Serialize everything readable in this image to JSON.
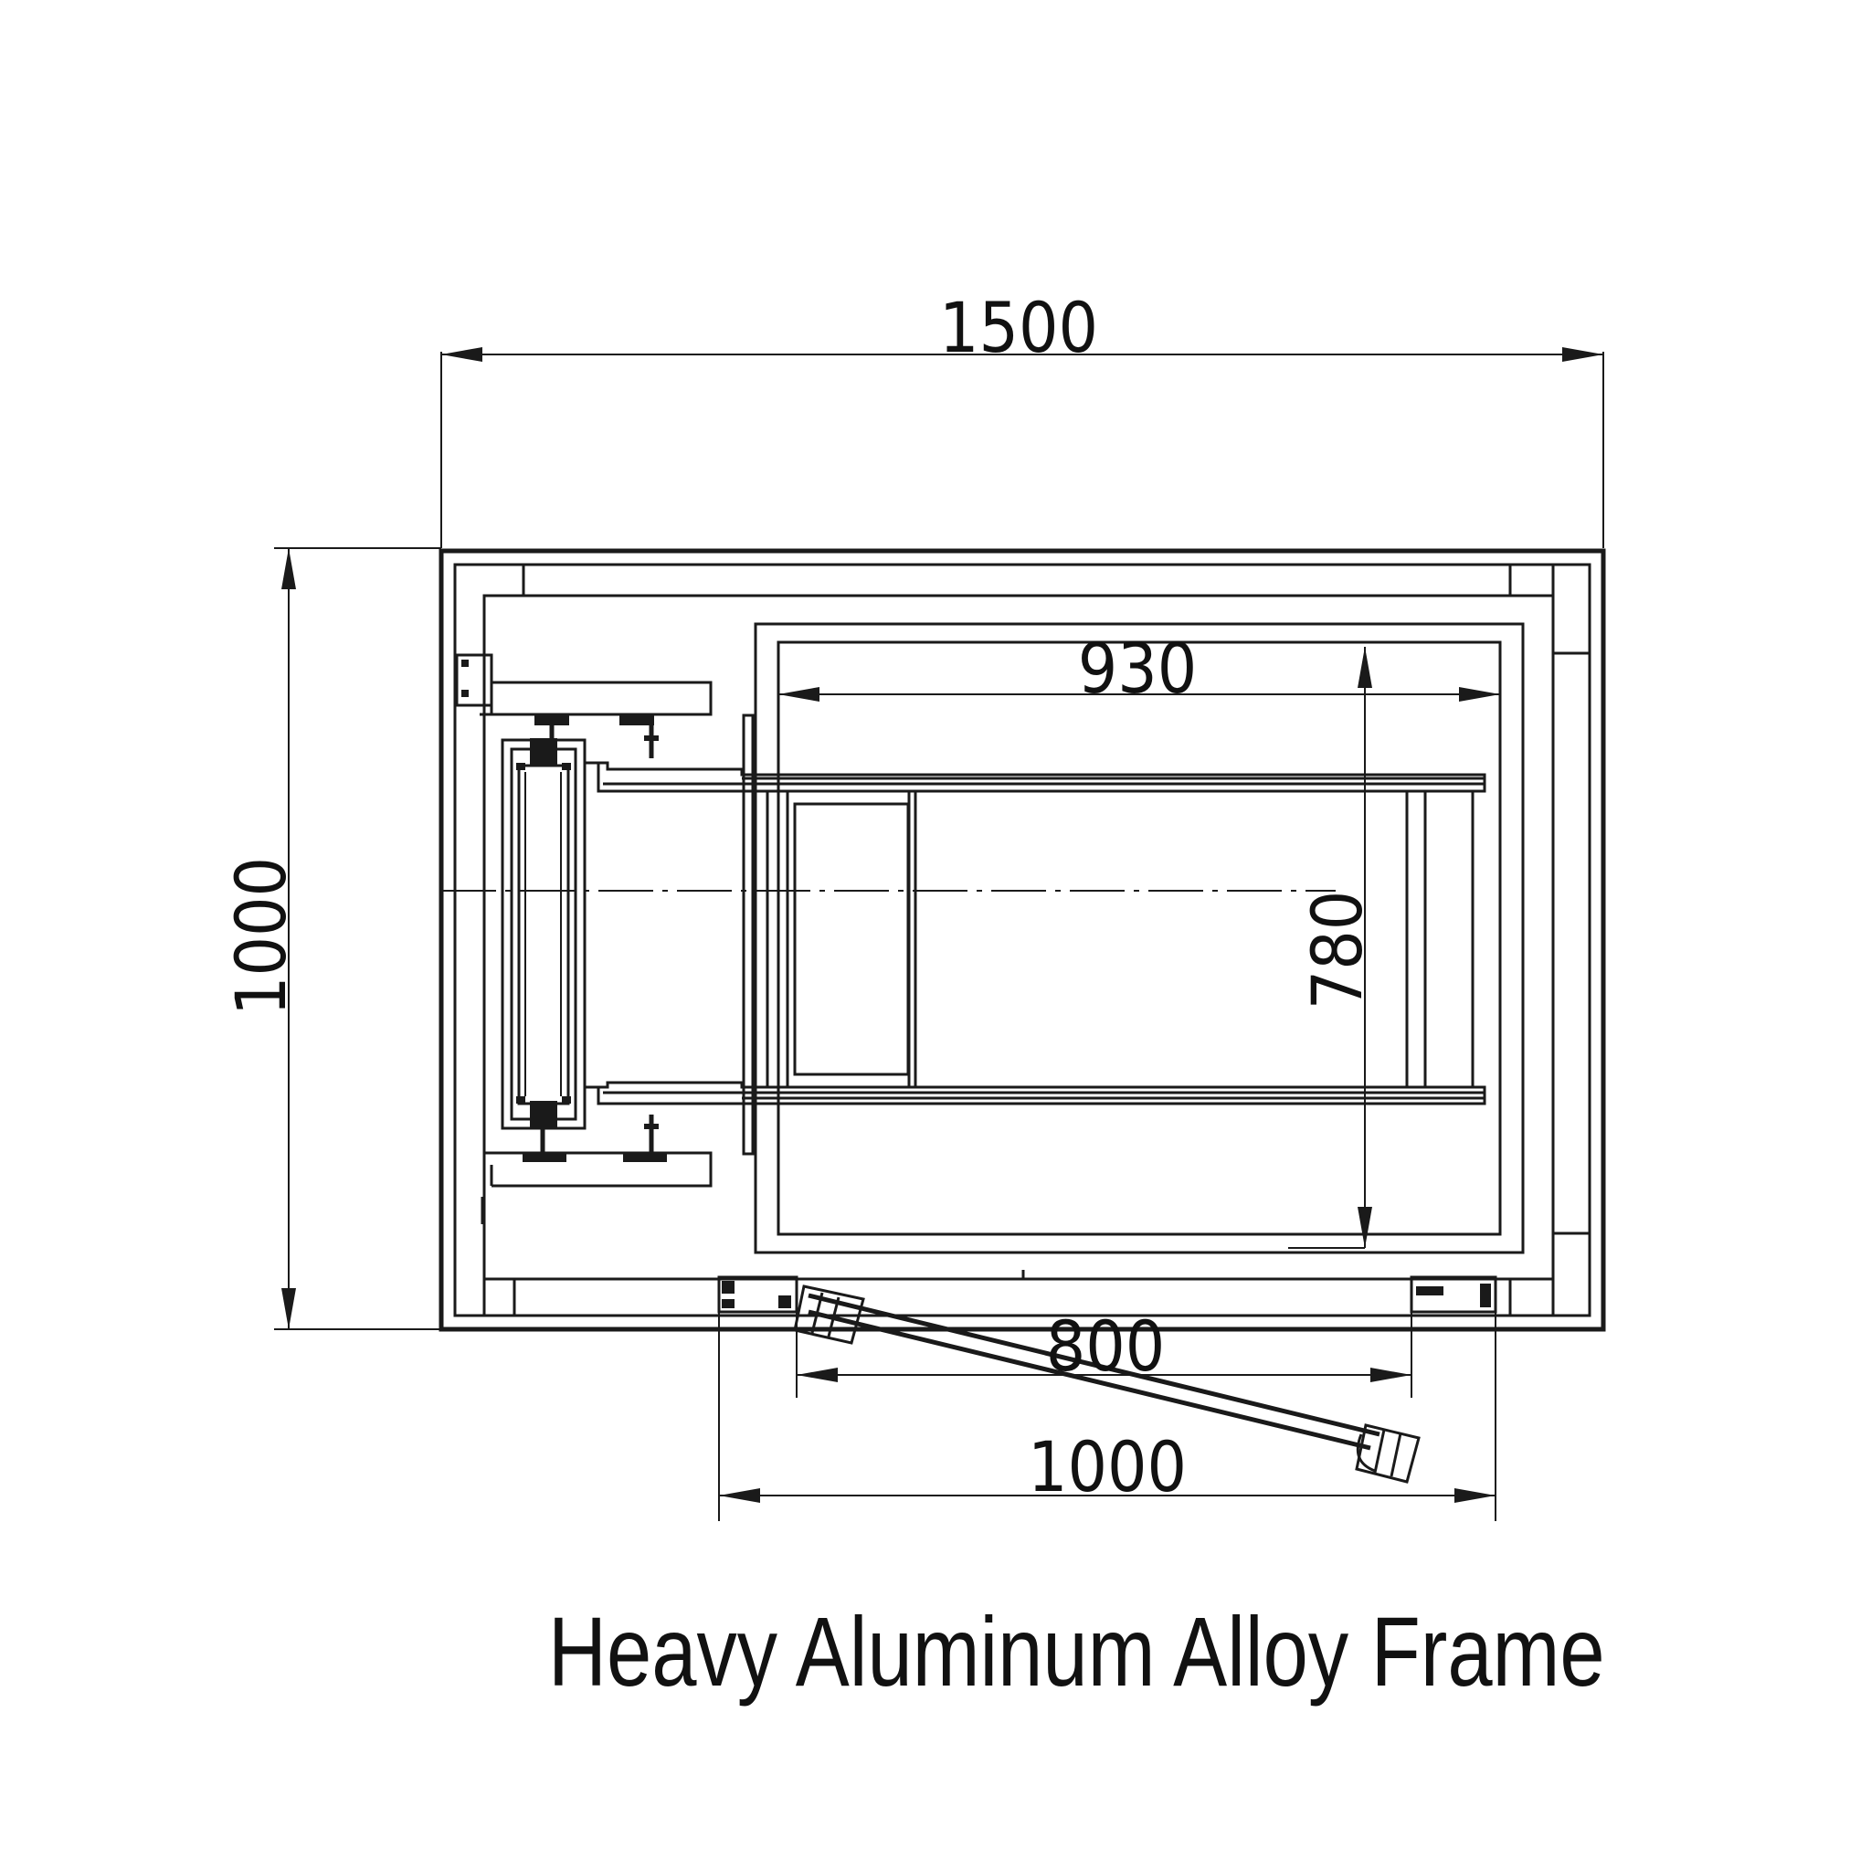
{
  "dimensions": {
    "overall_width": "1500",
    "overall_height": "1000",
    "platform_length": "930",
    "platform_width": "780",
    "door_clear_opening": "800",
    "door_frame_width": "1000"
  },
  "caption": "Heavy Aluminum Alloy Frame",
  "colors": {
    "line": "#1a1a1a",
    "background": "#ffffff"
  }
}
